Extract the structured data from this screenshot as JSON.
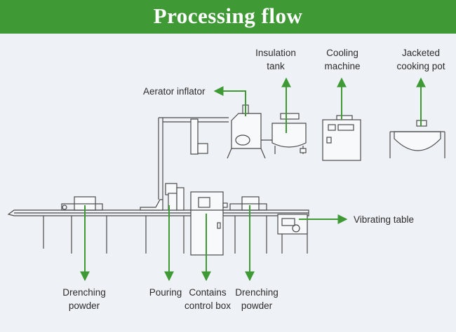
{
  "header": {
    "title": "Processing flow"
  },
  "labels": {
    "insulation_tank": [
      "Insulation",
      "tank"
    ],
    "cooling_machine": [
      "Cooling",
      "machine"
    ],
    "jacketed_cooking_pot": [
      "Jacketed",
      "cooking pot"
    ],
    "aerator_inflator": "Aerator inflator",
    "vibrating_table": "Vibrating table",
    "drenching_powder_left": [
      "Drenching",
      "powder"
    ],
    "pouring": "Pouring",
    "contains_control_box": [
      "Contains",
      "control box"
    ],
    "drenching_powder_right": [
      "Drenching",
      "powder"
    ]
  },
  "colors": {
    "header": "#3f9a36",
    "arrow": "#3f9a36",
    "line": "#4a4a4a",
    "background": "#eef2f6"
  }
}
